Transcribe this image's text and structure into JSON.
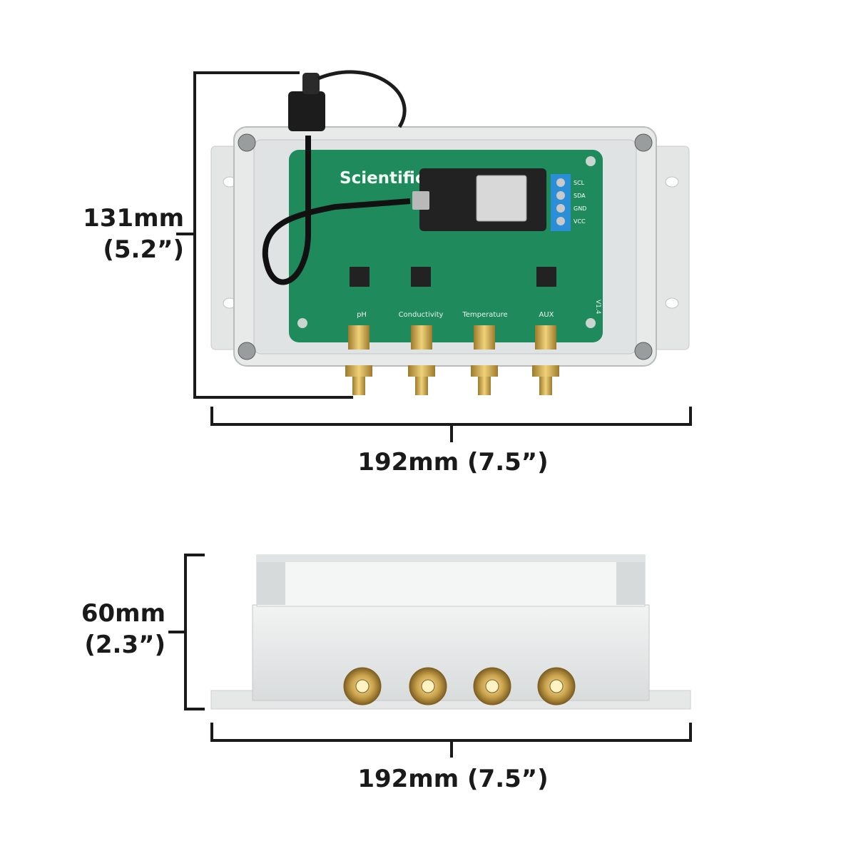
{
  "top_view": {
    "height_label": "131mm",
    "height_label_inch": "(5.2”)",
    "width_label": "192mm (7.5”)"
  },
  "side_view": {
    "height_label": "60mm",
    "height_label_inch": "(2.3”)",
    "width_label": "192mm (7.5”)"
  },
  "pcb": {
    "brand_line1": "Scientific",
    "channel_labels": [
      "pH",
      "Conductivity",
      "Temperature",
      "AUX"
    ],
    "terminal_labels": [
      "SCL",
      "SDA",
      "GND",
      "VCC"
    ],
    "version": "V1.4"
  },
  "colors": {
    "pcb_green": "#1f8a5c",
    "enclosure_gray": "#e8eaea",
    "brass": "#c9a24a",
    "terminal_blue": "#2a8fd6",
    "dimension_line": "#1a1a1a"
  }
}
